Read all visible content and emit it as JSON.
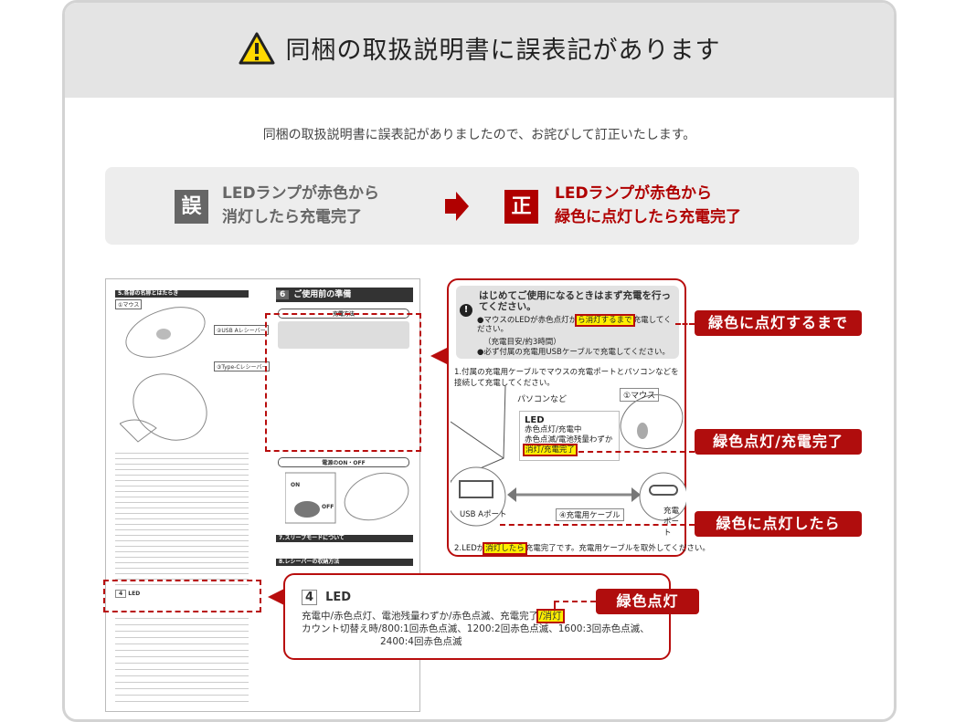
{
  "header": {
    "title": "同梱の取扱説明書に誤表記があります",
    "icon": "warning-icon"
  },
  "intro": "同梱の取扱説明書に誤表記がありましたので、お詫びして訂正いたします。",
  "comparison": {
    "wrong_badge": "誤",
    "wrong_lines": [
      "LEDランプが赤色から",
      "消灯したら充電完了"
    ],
    "right_badge": "正",
    "right_lines": [
      "LEDランプが赤色から",
      "緑色に点灯したら充電完了"
    ],
    "wrong_color": "#666666",
    "right_color": "#b00000"
  },
  "manual": {
    "sec5": "5.各部の名称とはたらき",
    "sec6_num": "6",
    "sec6": "ご使用前の準備",
    "charge": "充電方法",
    "power": "電源のON・OFF",
    "on": "ON",
    "off": "OFF",
    "sleep": "7.スリープモードについて",
    "receiver": "8.レシーバーの収納方法",
    "mouse": "①マウス",
    "usb_a": "②USB Aレシーバー",
    "type_c": "③Type-Cレシーバー",
    "led_num": "4",
    "led": "LED"
  },
  "callout_charge": {
    "notice_title": "はじめてご使用になるときはまず充電を行ってください。",
    "notice_line1_pre": "●マウスのLEDが赤色点灯か",
    "notice_line1_hl": "ら消灯するまで",
    "notice_line1_post": "充電してください。",
    "notice_line2": "（充電目安/約3時間）",
    "notice_line3": "●必ず付属の充電用USBケーブルで充電してください。",
    "step1": "1.付属の充電用ケーブルでマウスの充電ポートとパソコンなどを接続して充電してください。",
    "pc": "パソコンなど",
    "mouse": "①マウス",
    "led_title": "LED",
    "led_l1": "赤色点灯/充電中",
    "led_l2": "赤色点滅/電池残量わずか",
    "led_l3": "消灯/充電完了",
    "usb_port": "USB Aポート",
    "cable": "④充電用ケーブル",
    "charge_port": "充電ポート",
    "step2_pre": "2.LEDが",
    "step2_hl": "消灯したら",
    "step2_post": "充電完了です。充電用ケーブルを取外してください。"
  },
  "callout_led": {
    "num": "4",
    "title": "LED",
    "line1_pre": "充電中/赤色点灯、電池残量わずか/赤色点滅、充電完了",
    "line1_hl": "/消灯",
    "line2": "カウント切替え時/800:1回赤色点滅、1200:2回赤色点滅、1600:3回赤色点滅、",
    "line3": "2400:4回赤色点滅"
  },
  "tags": [
    "緑色に点灯するまで",
    "緑色点灯/充電完了",
    "緑色に点灯したら",
    "緑色点灯"
  ]
}
